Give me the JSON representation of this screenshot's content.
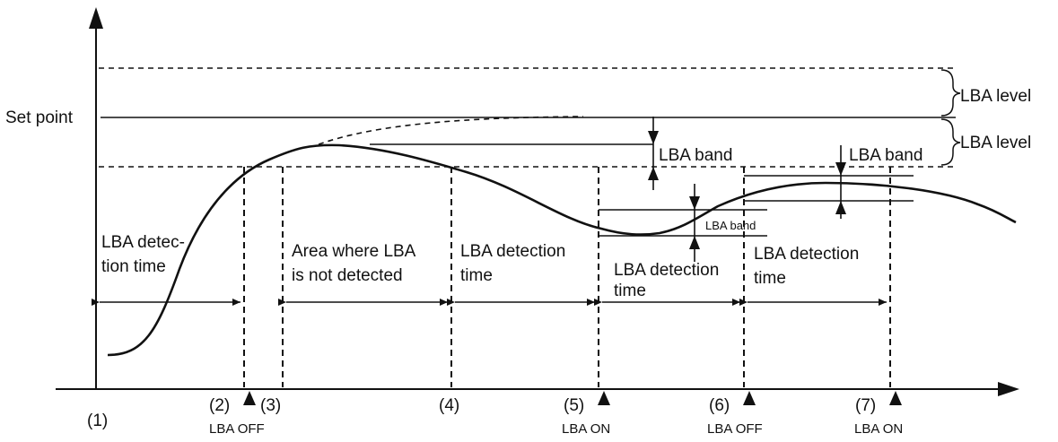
{
  "labels": {
    "set_point": "Set point",
    "lba_level": "LBA level",
    "lba_band": "LBA band",
    "lba_detection_time_wrapped": [
      "LBA detec-",
      "tion time"
    ],
    "lba_detection_time": [
      "LBA detection",
      "time"
    ],
    "not_detected_area": [
      "Area where LBA",
      "is not detected"
    ],
    "lba_off": "LBA OFF",
    "lba_on": "LBA ON"
  },
  "points": [
    {
      "id": "(1)",
      "event": ""
    },
    {
      "id": "(2)",
      "event": "LBA OFF"
    },
    {
      "id": "(3)",
      "event": ""
    },
    {
      "id": "(4)",
      "event": ""
    },
    {
      "id": "(5)",
      "event": "LBA ON"
    },
    {
      "id": "(6)",
      "event": "LBA OFF"
    },
    {
      "id": "(7)",
      "event": "LBA ON"
    }
  ],
  "colors": {
    "line": "#111111",
    "background": "#ffffff"
  }
}
